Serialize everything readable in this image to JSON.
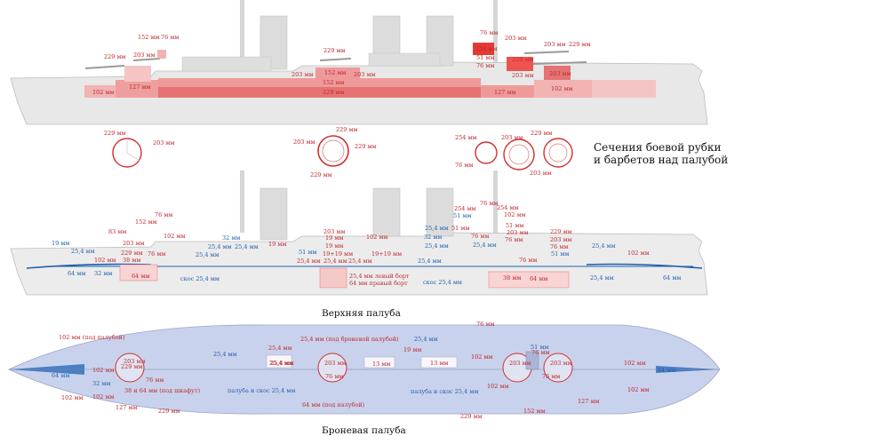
{
  "captions": {
    "sections": "Сечения боевой рубки",
    "sections2": "и барбетов над палубой",
    "upper_deck": "Верхняя палуба",
    "armor_deck": "Броневая палуба"
  },
  "side_labels": {
    "l229a": "229 мм",
    "l203a": "203 мм",
    "l152a": "152 мм",
    "l76a": "76 мм",
    "l229b": "229 мм",
    "l203b": "203 мм",
    "l76b": "76 мм",
    "l203c": "203 мм",
    "l203d": "203 мм",
    "l229c": "229 мм",
    "l51a": "51 мм",
    "l76c": "76 мм",
    "l254a": "254 мм",
    "l229d": "229 мм",
    "l203e": "203 мм",
    "l203f": "203 мм",
    "l102a": "102 мм",
    "l127a": "127 мм",
    "l152b": "152 мм",
    "l229e": "229 мм",
    "l152c": "152 мм",
    "l127b": "127 мм",
    "l102b": "102 мм",
    "l203g": "203 мм"
  },
  "section_labels": {
    "s229a": "229 мм",
    "s203a": "203 мм",
    "s229b": "229 мм",
    "s203b": "203 мм",
    "s229c": "229 мм",
    "s254": "254 мм",
    "s203c": "203 мм",
    "s76": "76 мм",
    "s229d": "229 мм",
    "s203d": "203 мм",
    "s229e": "229 мм"
  },
  "upper_labels": {
    "u19a": "19 мм",
    "u254a": "25,4 мм",
    "u64a": "64 мм",
    "u32a": "32 мм",
    "u102a": "102 мм",
    "u38": "38 мм",
    "u229a": "229 мм",
    "u203a": "203 мм",
    "u83": "83 мм",
    "u152": "152 мм",
    "u76a": "76 мм",
    "u102b": "102 мм",
    "u76b": "76 мм",
    "u64b": "64 мм",
    "u254b": "25,4 мм",
    "u32b": "32 мм",
    "u254c": "25,4 мм",
    "u254d": "25,4 мм",
    "u19b": "19 мм",
    "u19c": "19 мм",
    "u51a": "51 мм",
    "u254e": "25,4 мм",
    "u254f": "25,4 мм",
    "u19d": "19 мм",
    "u1919a": "19+19 мм",
    "u1919b": "19+19 мм",
    "u254g": "25,4 мм",
    "u102c": "102 мм",
    "u203b": "203 мм",
    "u254h": "25,4 мм",
    "u32c": "32 мм",
    "u254i": "25,4 мм",
    "u51b": "51 мм",
    "u254j": "25,4 мм",
    "u76c": "76 мм",
    "u51c": "51 мм",
    "u254k": "254 мм",
    "u76d": "76 мм",
    "u254l": "254 мм",
    "u102d": "102 мм",
    "u51d": "51 мм",
    "u203c": "203 мм",
    "u76e": "76 мм",
    "u229b": "229 мм",
    "u203d": "203 мм",
    "u76f": "76 мм",
    "u51e": "51 мм",
    "u254m": "25,4 мм",
    "u102e": "102 мм",
    "u76g": "76 мм",
    "u38b": "38 мм",
    "u64c": "64 мм",
    "u254n": "25,4 мм",
    "u64d": "64 мм",
    "u254o": "25,4 мм",
    "skos1": "скос 25,4 мм",
    "skos2": "скос 25,4 мм",
    "board1": "25,4 мм левый борт",
    "board2": "64 мм правый борт"
  },
  "armor_labels": {
    "a102top": "102 мм (под палубой)",
    "a254under": "25,4 мм (под броневой палубой)",
    "a254a": "25,4 мм",
    "a254b": "25,4 мм",
    "a254c": "25,4 мм",
    "a254d": "25,4 мм",
    "a76a": "76 мм",
    "a51": "51 мм",
    "a19": "19 мм",
    "a102a": "102 мм",
    "a102b": "102 мм",
    "a64a": "64 мм",
    "a102c": "102 мм",
    "a203a": "203 мм",
    "a229": "229 мм",
    "a32": "32 мм",
    "a76b": "76 мм",
    "a254e": "25,4 мм",
    "a203b": "203 мм",
    "a13a": "13 мм",
    "a13b": "13 мм",
    "a76c": "76 мм",
    "a203c": "203 мм",
    "a203d": "203 мм",
    "a76d": "76 мм",
    "a102d": "102 мм",
    "a64b": "64 мм",
    "a38": "38 и 64 мм (под шкафут)",
    "a102e": "102 мм",
    "a102f": "102 мм",
    "a127a": "127 мм",
    "a229b": "229 мм",
    "adeck1": "палуба и скос 25,4 мм",
    "adeck2": "палуба и скос 25,4 мм",
    "a64under": "64 мм (под палубой)",
    "a102g": "102 мм",
    "a127b": "127 мм",
    "a152": "152 мм",
    "a229c": "229 мм",
    "a76e": "76 мм"
  }
}
